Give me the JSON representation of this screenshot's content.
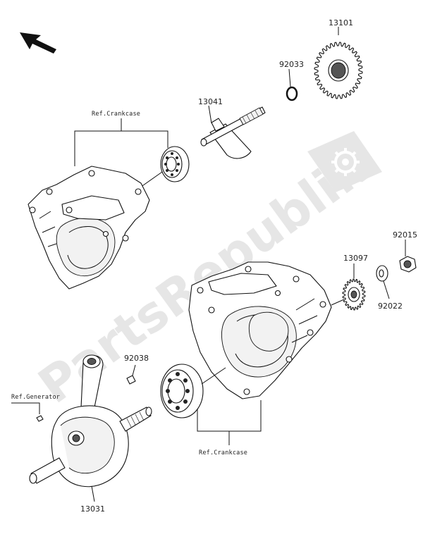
{
  "watermark": {
    "text": "PartsRepublik"
  },
  "callouts": {
    "p13101": "13101",
    "p92033": "92033",
    "p13041": "13041",
    "p13097": "13097",
    "p92015": "92015",
    "p92022": "92022",
    "p92038": "92038",
    "p13031": "13031"
  },
  "references": {
    "crankcase_top": "Ref.Crankcase",
    "crankcase_bottom": "Ref.Crankcase",
    "generator": "Ref.Generator"
  },
  "icons": {
    "direction": "front-direction-arrow-icon",
    "watermark_logo": "gear-icon"
  }
}
